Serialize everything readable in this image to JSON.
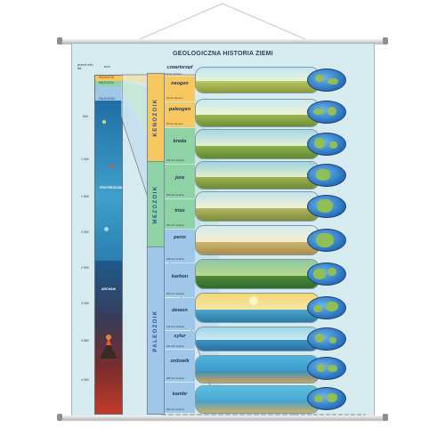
{
  "title": "GEOLOGICZNA HISTORIA ZIEMI",
  "header": {
    "col1": "przed mln lat",
    "col2": "eon"
  },
  "eons": [
    "PROTEROZOIK",
    "ARCHAIK"
  ],
  "stratigraphy_ticks": [
    "500",
    "1 000",
    "1 500",
    "2 000",
    "2 500",
    "3 000",
    "3 500",
    "4 000"
  ],
  "top_bands": [
    "KENOZOIK",
    "MEZOZOIK",
    "PALEOZOIK"
  ],
  "eras": [
    "KENOZOIK",
    "MEZOZOIK",
    "PALEOZOIK"
  ],
  "periods": [
    {
      "name": "czwartorzęd",
      "date": "1,8 mln. lat temu"
    },
    {
      "name": "neogen",
      "date": "23 mln. lat temu"
    },
    {
      "name": "paleogen",
      "date": "65 mln. lat temu"
    },
    {
      "name": "kreda",
      "date": "145 mln. lat temu"
    },
    {
      "name": "jura",
      "date": "200 mln. lat temu"
    },
    {
      "name": "trias",
      "date": "251 mln. lat temu"
    },
    {
      "name": "perm",
      "date": "299 mln. lat temu"
    },
    {
      "name": "karbon",
      "date": "359 mln. lat temu"
    },
    {
      "name": "dewon",
      "date": "416 mln. lat temu"
    },
    {
      "name": "sylur",
      "date": "444 mln. lat temu"
    },
    {
      "name": "ordowik",
      "date": "488 mln. lat temu"
    },
    {
      "name": "kambr",
      "date": "542 mln. lat temu"
    }
  ],
  "colors": {
    "kenozoik": "#f6c85f",
    "mezozoik": "#8fd3a5",
    "paleozoik": "#9ec7e8",
    "proterozoik": "#3e7fb8",
    "archaik": "#6b2a36"
  }
}
